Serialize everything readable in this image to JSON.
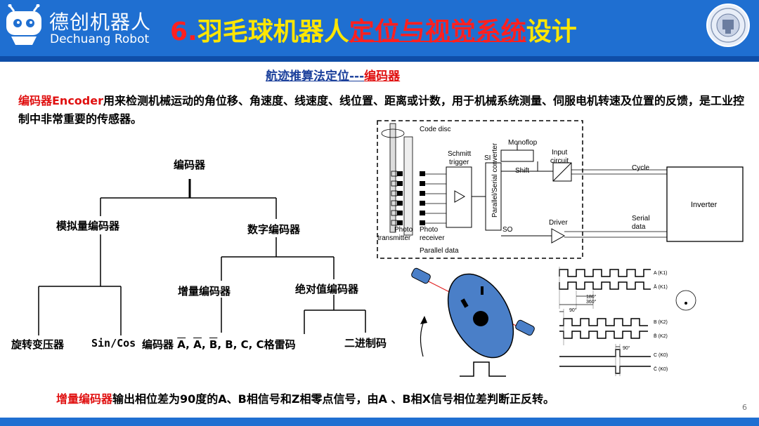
{
  "header": {
    "brand_cn": "德创机器人",
    "brand_en": "Dechuang Robot",
    "title_part1": "6.",
    "title_part2": "羽毛球机器人",
    "title_part3": "定位与视觉系统",
    "title_part4": "设计"
  },
  "subtitle": {
    "blue": "航迹推算法定位---",
    "red": "编码器"
  },
  "description": {
    "lead_red": "编码器Encoder",
    "text": "用来检测机械运动的角位移、角速度、线速度、线位置、距离或计数，用于机械系统测量、伺服电机转速及位置的反馈，是工业控制中非常重要的传感器。"
  },
  "tree": {
    "root": "编码器",
    "analog": "模拟量编码器",
    "digital": "数字编码器",
    "incremental": "增量编码器",
    "absolute": "绝对值编码器",
    "resolver": "旋转变压器",
    "sincos": "Sin/Cos",
    "enc_prefix": "编码器",
    "sig_a_bar": "A",
    "sig_a": "A",
    "sig_b_bar": "B",
    "sig_b": "B",
    "sig_c": "C",
    "gray_prefix": "C",
    "gray": "格雷码",
    "binary": "二进制码",
    "sep": ","
  },
  "block_diagram": {
    "code_disc": "Code disc",
    "schmitt": "Schmitt",
    "trigger": "trigger",
    "si": "SI",
    "monoflop": "Monoflop",
    "input": "Input",
    "circuit": "circuit",
    "shift": "Shift",
    "cycle": "Cycle",
    "converter": "Parallel/Serial converter",
    "inverter": "Inverter",
    "serial": "Serial",
    "data": "data",
    "driver": "Driver",
    "so": "SO",
    "photo_tx": "Photo",
    "transmitter": "transmitter",
    "photo_rx": "Photo",
    "receiver": "receiver",
    "parallel_data": "Parallel data"
  },
  "waveforms": {
    "labels": [
      "A (K1)",
      "Ā (K1)",
      "B (K2)",
      "B̄ (K2)",
      "C (K0)",
      "C̄ (K0)"
    ],
    "deg180": "180°",
    "deg360": "360°",
    "deg90a": "90°",
    "deg90b": "90°"
  },
  "bottom": {
    "lead_red": "增量编码器",
    "text": "输出相位差为90度的A、B相信号和Z相零点信号，由A 、B相X信号相位差判断正反转。"
  },
  "page_number": "6",
  "colors": {
    "header_blue": "#1f6fd1",
    "title_yellow": "#ffe600",
    "title_red": "#ff2020",
    "accent_red": "#e01010",
    "disc_blue": "#4a7fc8"
  }
}
